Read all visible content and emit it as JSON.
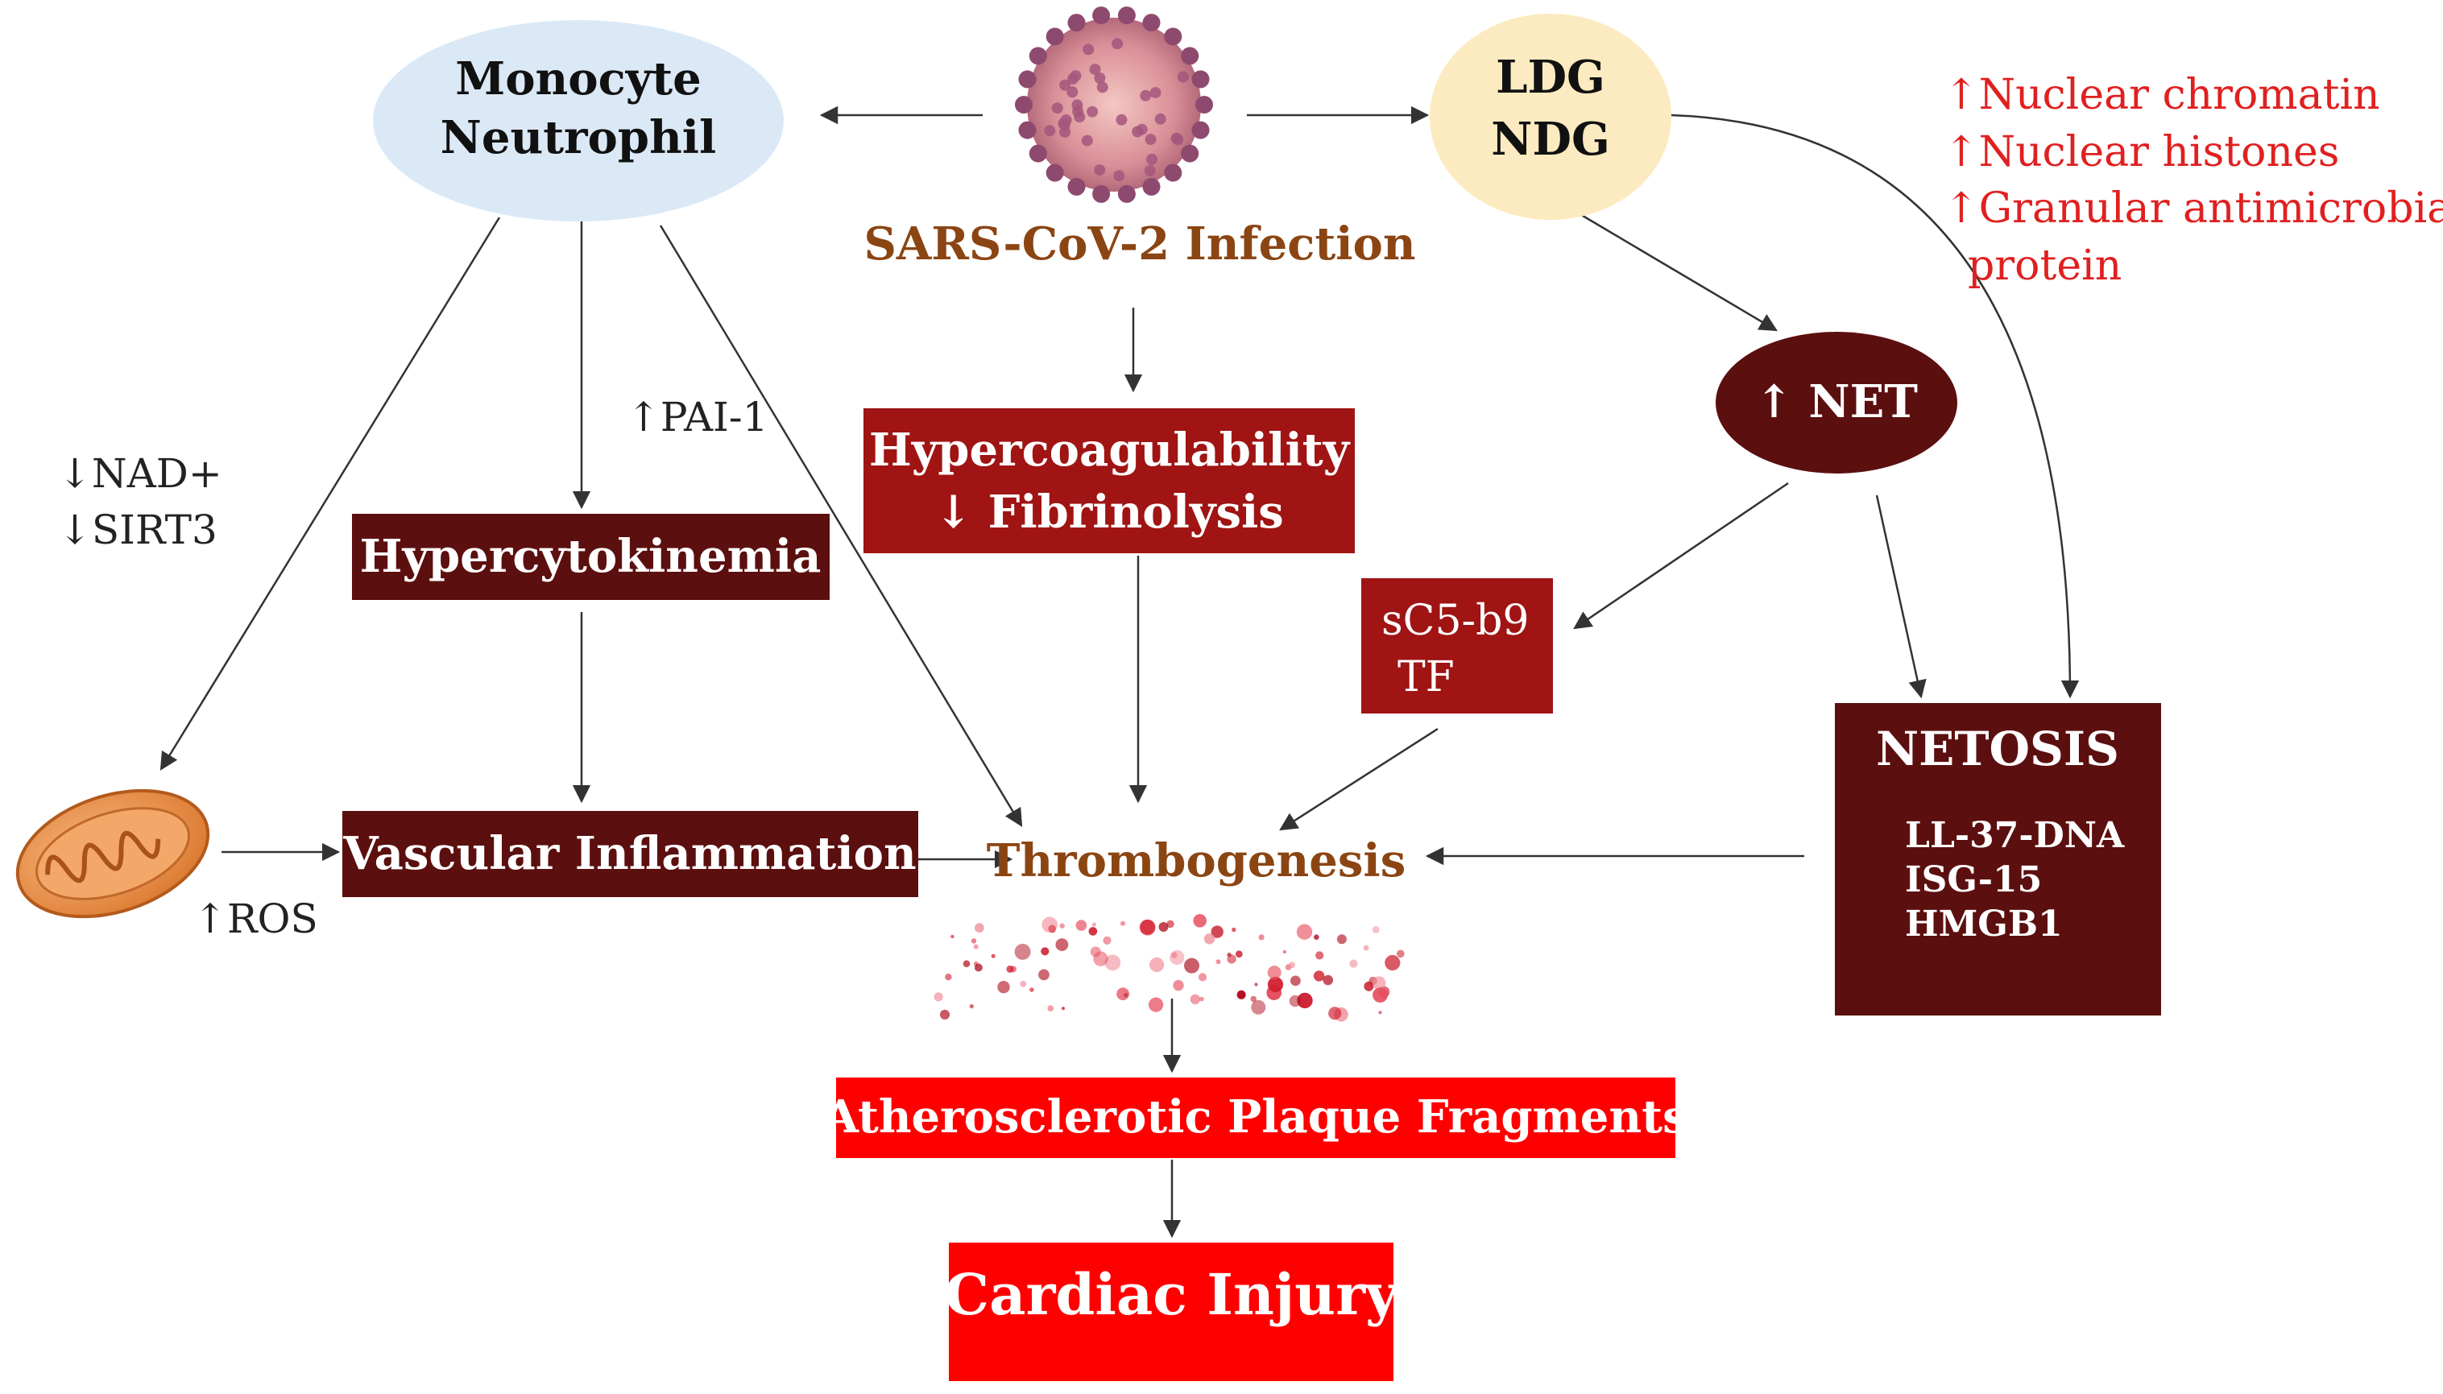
{
  "nodes": {
    "monocyte_neutrophil": {
      "line1": "Monocyte",
      "line2": "Neutrophil"
    },
    "ldg_ndg": {
      "line1": "LDG",
      "line2": "NDG"
    },
    "virus_label": "SARS-CoV-2 Infection",
    "net": "↑ NET",
    "hypercytokinemia": "Hypercytokinemia",
    "hypercoagulability": {
      "line1": "Hypercoagulability",
      "line2": "↓ Fibrinolysis"
    },
    "vascular_inflammation": "Vascular Inflammation",
    "sc5b9": {
      "line1": "sC5-b9",
      "line2": "TF"
    },
    "netosis": {
      "title": "NETOSIS",
      "items": [
        "LL-37-DNA",
        "ISG-15",
        "HMGB1"
      ]
    },
    "thrombogenesis": "Thrombogenesis",
    "plaque": "Atherosclerotic Plaque Fragments",
    "cardiac": "Cardiac Injury"
  },
  "annotations": {
    "nad": "↓NAD+",
    "sirt3": "↓SIRT3",
    "pai1": "↑PAI-1",
    "ros": "↑ROS",
    "nuclear": [
      "↑Nuclear chromatin",
      "↑Nuclear histones",
      "↑Granular antimicrobial",
      "protein"
    ]
  },
  "icons": {
    "virus": "sars-cov-2-virus-icon",
    "mitochondrion": "mitochondrion-icon",
    "blood": "blood-droplets-icon"
  },
  "colors": {
    "dark_box": "#5c0f0f",
    "mid_box": "#a01414",
    "bright_box": "#ff0000",
    "virus_label": "#8b4513",
    "annotation_red": "#e02020",
    "ellipse_blue": "#dbe9f6",
    "ellipse_yellow": "#fcebc0",
    "ellipse_dark": "#5c0f0f"
  }
}
